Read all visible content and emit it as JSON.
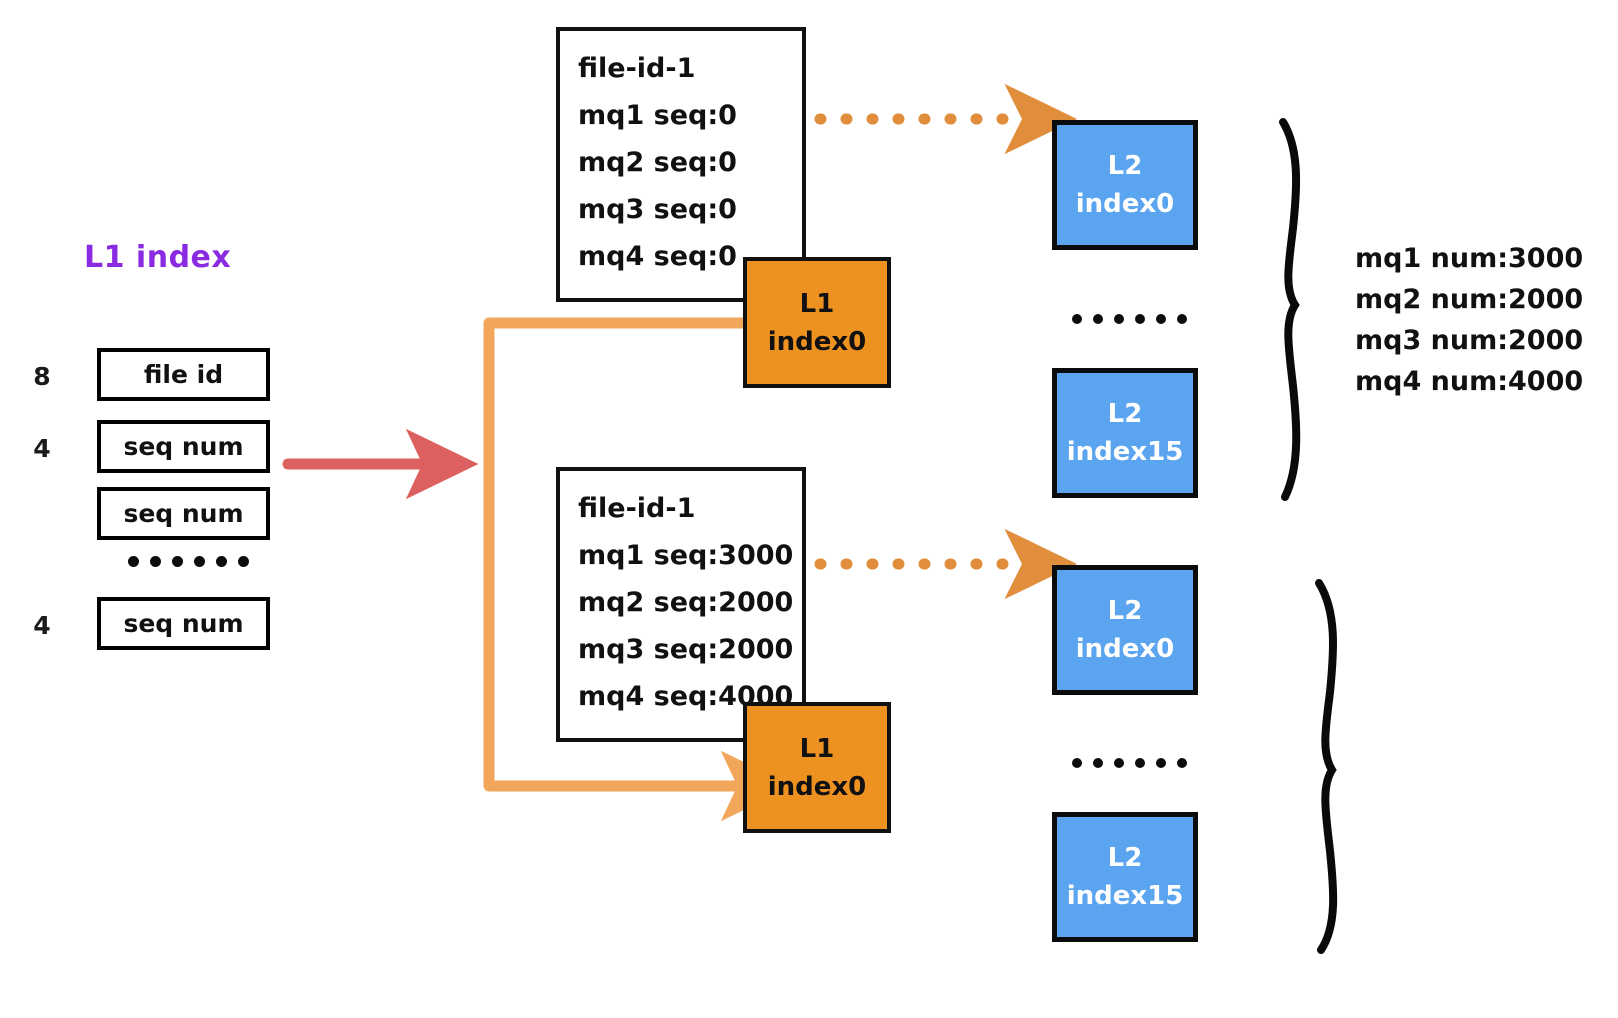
{
  "diagram": {
    "title_left": "L1 index",
    "colors": {
      "l1_title": "#8a2be2",
      "l1_box": "#ED9121",
      "l2_box": "#5BA4F0",
      "red_arrow": "#DD6060",
      "orange_connector": "#F2A65A",
      "dotted_arrow": "#E08E3C",
      "outline": "#111111",
      "background": "#ffffff"
    },
    "l1_record": {
      "rows": [
        {
          "size": "8",
          "label": "file id"
        },
        {
          "size": "4",
          "label": "seq num"
        },
        {
          "size": "",
          "label": "seq num"
        },
        {
          "size": "4",
          "label": "seq num"
        }
      ],
      "ellipsis": "......"
    },
    "file_blocks": [
      {
        "file_id": "file-id-1",
        "lines": [
          "mq1 seq:0",
          "mq2 seq:0",
          "mq3 seq:0",
          "mq4 seq:0"
        ],
        "l1_node": {
          "line1": "L1",
          "line2": "index0"
        }
      },
      {
        "file_id": "file-id-1",
        "lines": [
          "mq1 seq:3000",
          "mq2 seq:2000",
          "mq3 seq:2000",
          "mq4 seq:4000"
        ],
        "l1_node": {
          "line1": "L1",
          "line2": "index0"
        }
      }
    ],
    "l2_groups": [
      {
        "first": {
          "line1": "L2",
          "line2": "index0"
        },
        "ellipsis": "......",
        "last": {
          "line1": "L2",
          "line2": "index15"
        },
        "summary": [
          "mq1 num:3000",
          "mq2 num:2000",
          "mq3 num:2000",
          "mq4 num:4000"
        ]
      },
      {
        "first": {
          "line1": "L2",
          "line2": "index0"
        },
        "ellipsis": "......",
        "last": {
          "line1": "L2",
          "line2": "index15"
        },
        "summary": []
      }
    ],
    "icons": {
      "red_arrow": "arrow-right-icon",
      "orange_u_connector": "connector-arrow-icon",
      "dotted_arrow": "dotted-arrow-right-icon",
      "brace": "curly-brace-icon"
    }
  }
}
